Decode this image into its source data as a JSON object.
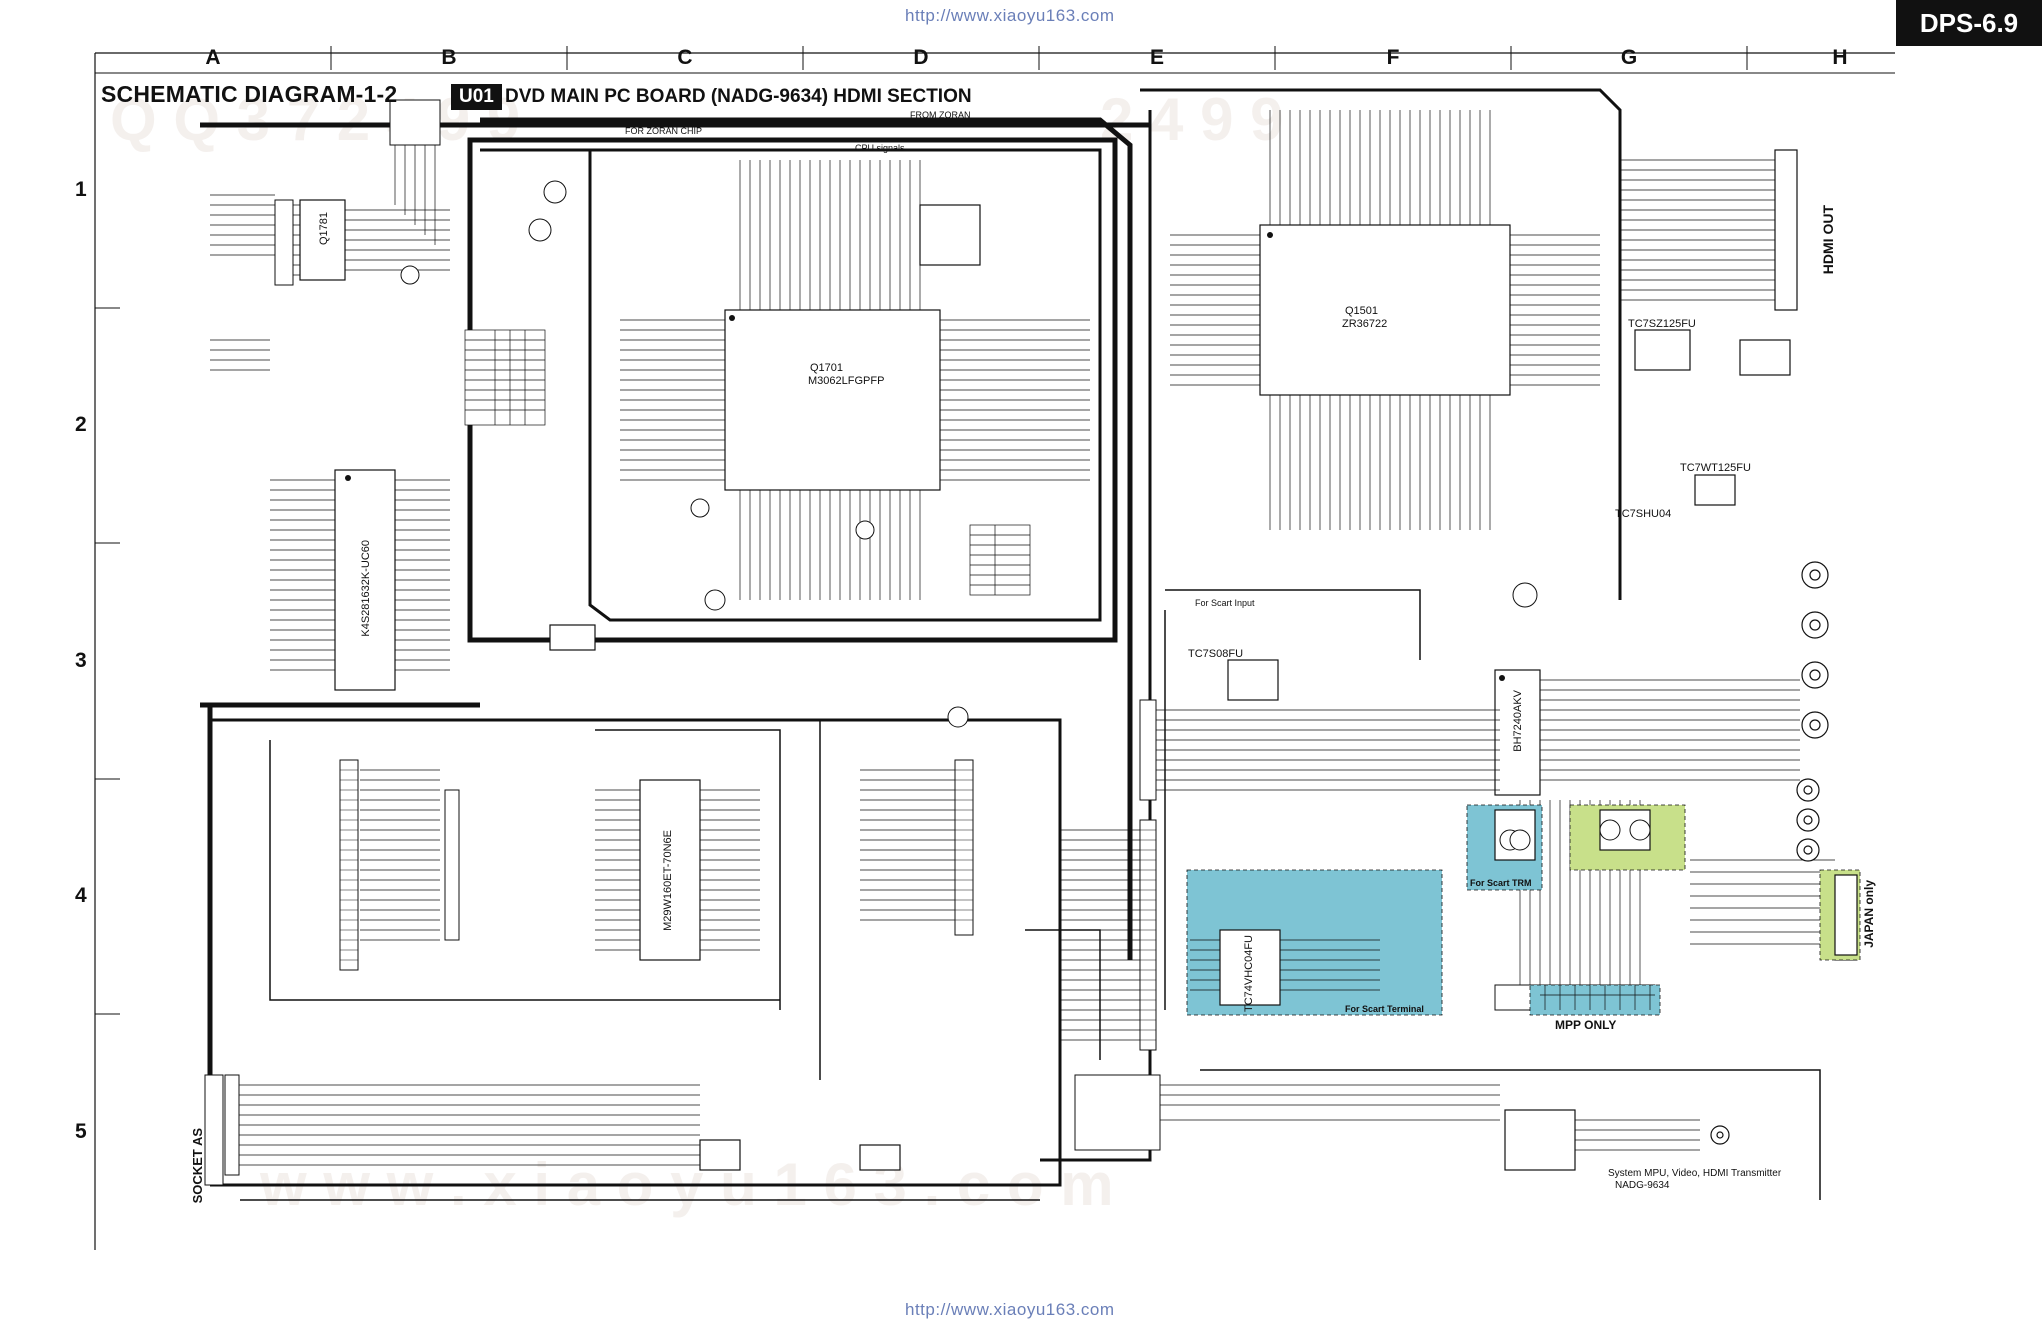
{
  "header": {
    "url_top": "http://www.xiaoyu163.com",
    "url_bottom": "http://www.xiaoyu163.com",
    "model": "DPS-6.9"
  },
  "grid": {
    "columns": [
      "A",
      "B",
      "C",
      "D",
      "E",
      "F",
      "G",
      "H"
    ],
    "rows": [
      "1",
      "2",
      "3",
      "4",
      "5"
    ]
  },
  "title": {
    "main": "SCHEMATIC DIAGRAM-1-2",
    "board_tag": "U01",
    "board_desc": "DVD MAIN PC BOARD (NADG-9634)  HDMI SECTION"
  },
  "components": {
    "q1781": "Q1781",
    "q1701_ref": "Q1701",
    "q1701_part": "M3062LFGPFP",
    "q1501_ref": "Q1501",
    "q1501_part": "ZR36722",
    "q1702": "K4S281632K-UC60",
    "q1851": "M29W160ET-70N6E",
    "q3001": "BH7240AKV",
    "q2001": "TC74VHC04FU",
    "q3003": "TC7SZ125FU",
    "q3002": "TC7S08FU",
    "tc7shu04": "TC7SHU04",
    "q7502": "TC7WT125FU",
    "hdmi_out": "HDMI OUT",
    "socket_as": "SOCKET AS"
  },
  "labels": {
    "for_scart_terminal": "For Scart Terminal",
    "for_scart_trm": "For Scart TRM",
    "mpp_only": "MPP ONLY",
    "japan_only": "JAPAN only",
    "footer_line1": "System MPU, Video, HDMI Transmitter",
    "footer_line2": "NADG-9634",
    "for_zoran_chip": "FOR ZORAN CHIP",
    "from_zoran": "FROM ZORAN",
    "cpu_signals": "CPU signals",
    "for_scart_input": "For Scart Input"
  },
  "colors": {
    "scart_terminal_bg": "#7ec4d4",
    "scart_trm_bg": "#7ec4d4",
    "mpp_only_bg": "#7ec4d4",
    "green_zone_bg": "#c8e08a",
    "japan_only_bg": "#c8e08a",
    "watermark": "#e8e0dc",
    "url": "#6a7fb8",
    "line": "#111111"
  },
  "icons": {
    "hdmi_connector": "hdmi-connector-icon",
    "rca_jack": "rca-jack-icon",
    "transistor": "transistor-icon"
  }
}
